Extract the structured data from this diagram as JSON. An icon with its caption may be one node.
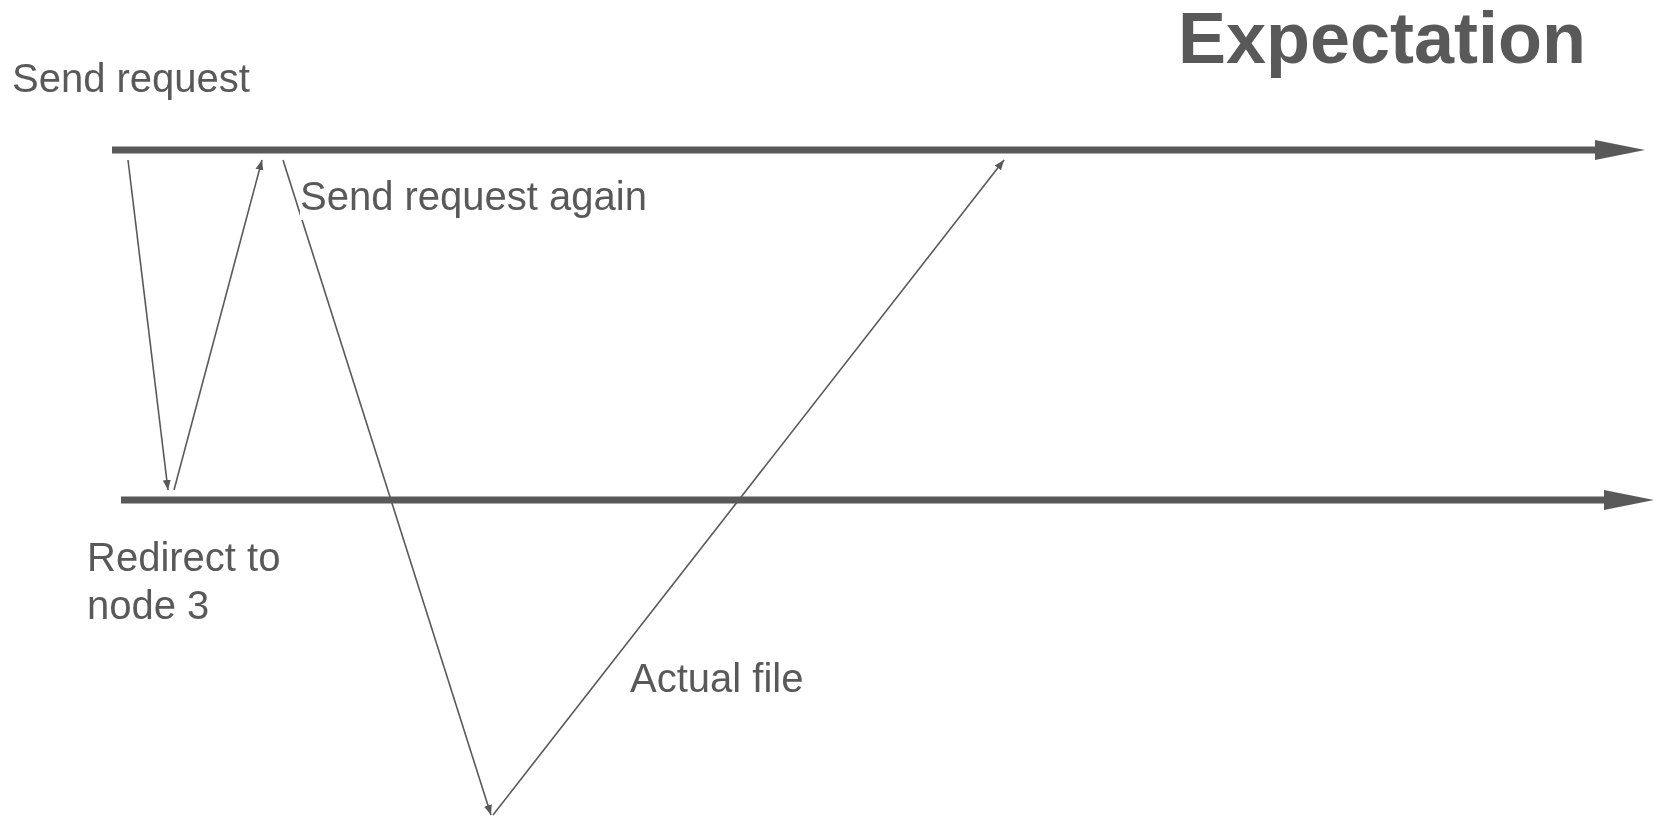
{
  "diagram": {
    "title": "Expectation",
    "nodes": [
      {
        "text": [],
        "shape": "bar"
      },
      {
        "text": [],
        "shape": "bar"
      }
    ],
    "edges": [
      {
        "from": 0,
        "to": 1,
        "arrow": "to",
        "label": "Send request"
      },
      {
        "from": 1,
        "to": 0,
        "arrow": "to",
        "label": "Redirect to node 3"
      },
      {
        "from": 0,
        "to": null,
        "arrow": "to",
        "label": "Send request again"
      },
      {
        "from": null,
        "to": 0,
        "arrow": "to",
        "label": "Actual file"
      }
    ]
  }
}
